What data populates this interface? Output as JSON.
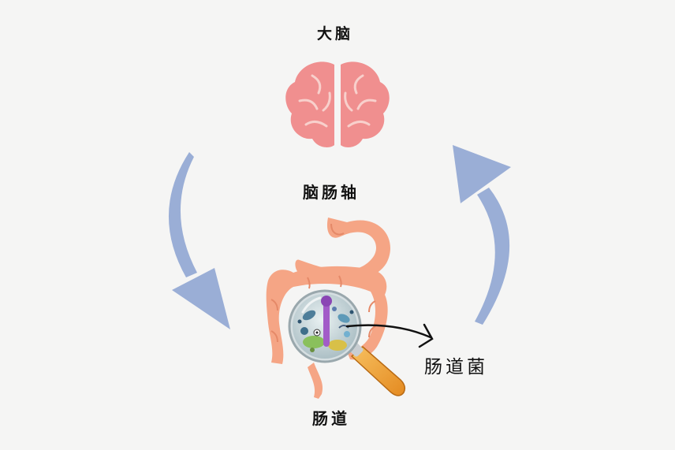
{
  "labels": {
    "brain": "大脑",
    "axis": "脑肠轴",
    "gut": "肠道",
    "bacteria": "肠道菌"
  },
  "icons": [
    "brain-icon",
    "stomach-icon",
    "intestine-icon",
    "magnifier-icon",
    "bacteria-icon",
    "cycle-arrow-icon",
    "pointer-arrow-icon"
  ],
  "colors": {
    "background": "#f5f5f4",
    "brain": "#f08f8f",
    "organ": "#f5a585",
    "arrow": "#9aaed6",
    "handle": "#f2a23a"
  }
}
